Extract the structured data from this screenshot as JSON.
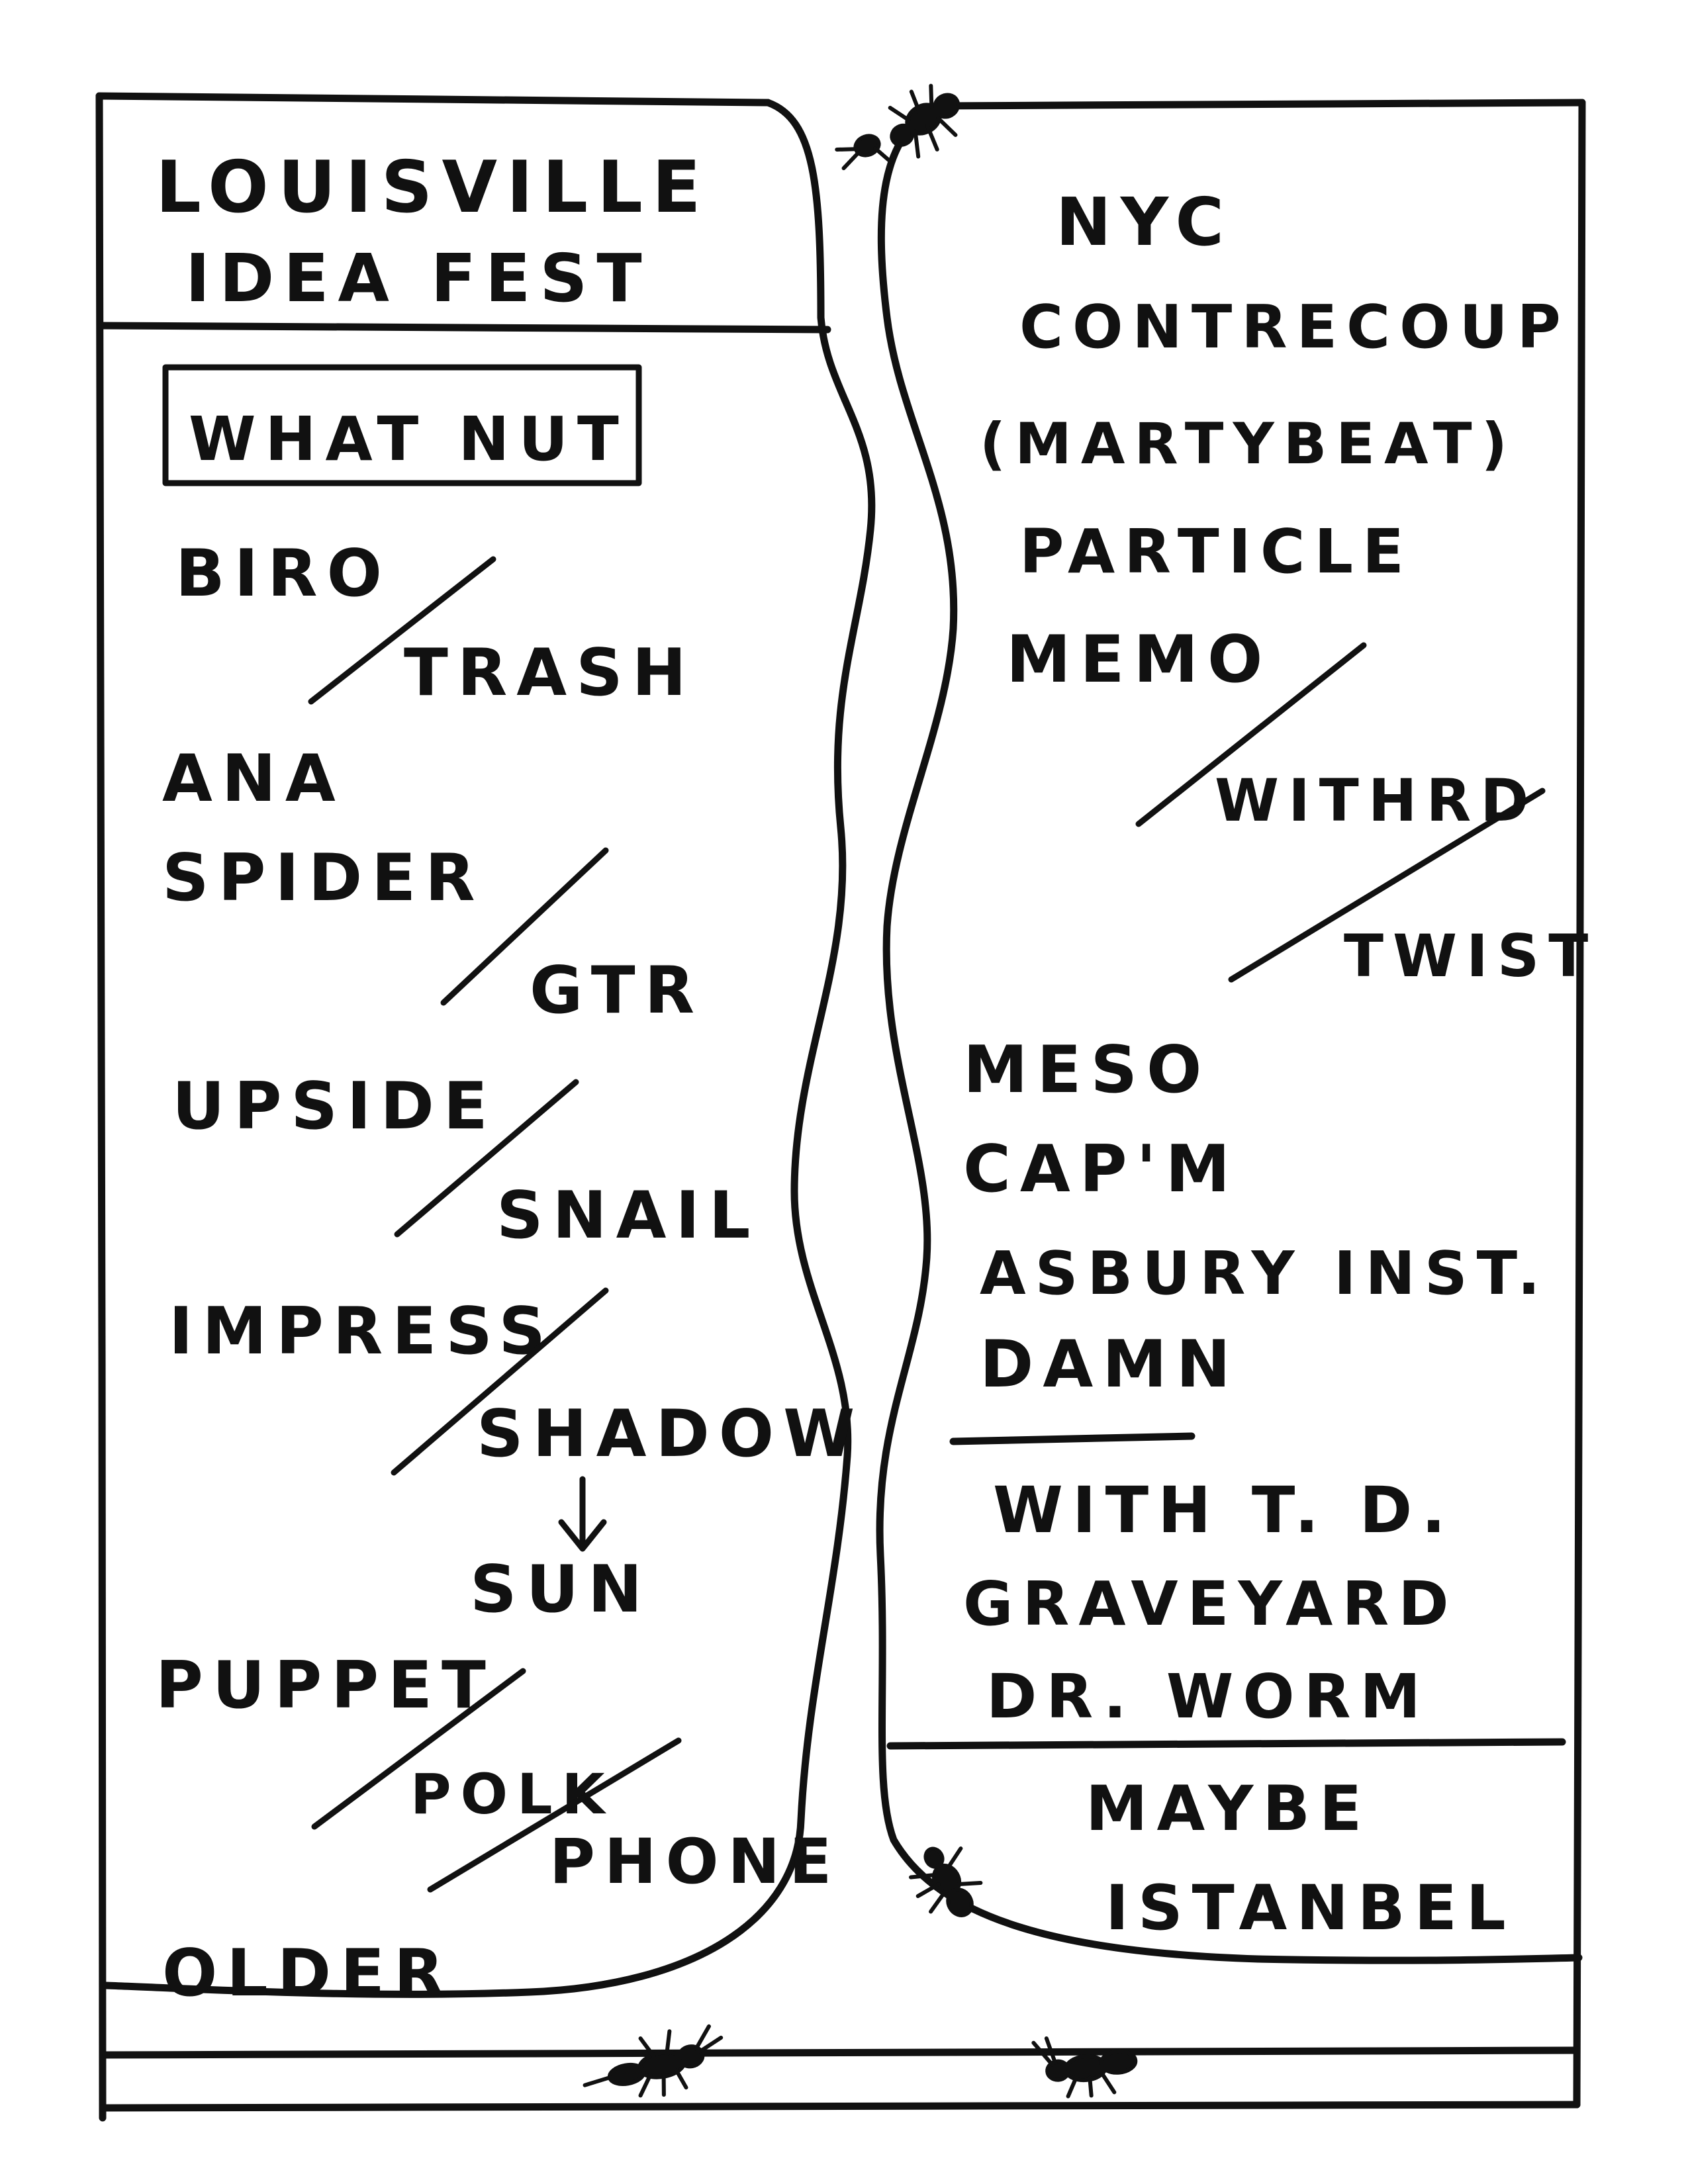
{
  "left_panel": {
    "header_line1": "LOUISVILLE",
    "header_line2": "IDEA FEST",
    "boxed_label": "WHAT NUT",
    "words": {
      "biro": "BIRO",
      "trash": "TRASH",
      "ana": "ANA",
      "spider": "SPIDER",
      "gtr": "GTR",
      "upside": "UPSIDE",
      "snail": "SNAIL",
      "impress": "IMPRESS",
      "shadow": "SHADOW",
      "sun": "SUN",
      "puppet": "PUPPET",
      "polk": "POLK",
      "phone": "PHONE",
      "older": "OLDER"
    }
  },
  "right_panel": {
    "title_nyc": "NYC",
    "title_contrecoup": "CONTRECOUP",
    "title_martybeat": "(MARTYBEAT)",
    "words": {
      "particle": "PARTICLE",
      "memo": "MEMO",
      "withrd": "WITHRD",
      "twist": "TWIST",
      "meso": "MESO",
      "capm": "CAP'M",
      "asbury": "ASBURY INST.",
      "damn": "DAMN",
      "with_td": "WITH T. D.",
      "graveyard": "GRAVEYARD",
      "dr_worm": "DR. WORM"
    },
    "footer_line1": "MAYBE",
    "footer_line2": "ISTANBEL"
  },
  "colors": {
    "ink": "#111111",
    "paper": "#ffffff"
  },
  "icons": [
    "ant-icon",
    "down-arrow-icon"
  ]
}
